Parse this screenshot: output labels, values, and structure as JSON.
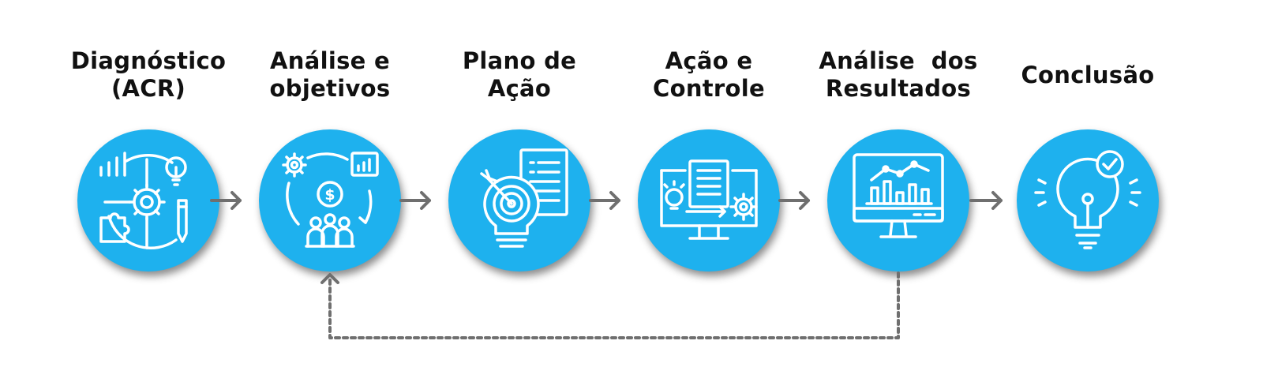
{
  "steps": [
    {
      "lines": [
        "Diagnóstico",
        "(ACR)"
      ],
      "icon": "gear-chart-puzzle-icon"
    },
    {
      "lines": [
        "Análise e",
        "objetivos"
      ],
      "icon": "money-team-cycle-icon"
    },
    {
      "lines": [
        "Plano de",
        "Ação"
      ],
      "icon": "target-bulb-document-icon"
    },
    {
      "lines": [
        "Ação e",
        "Controle"
      ],
      "icon": "monitor-process-icon"
    },
    {
      "lines": [
        "Análise  dos",
        "Resultados"
      ],
      "icon": "monitor-chart-icon"
    },
    {
      "lines": [
        "Conclusão"
      ],
      "icon": "lightbulb-check-icon"
    }
  ],
  "colors": {
    "circle": "#1EB1EE",
    "arrow": "#6F6F6F",
    "label": "#111111"
  }
}
